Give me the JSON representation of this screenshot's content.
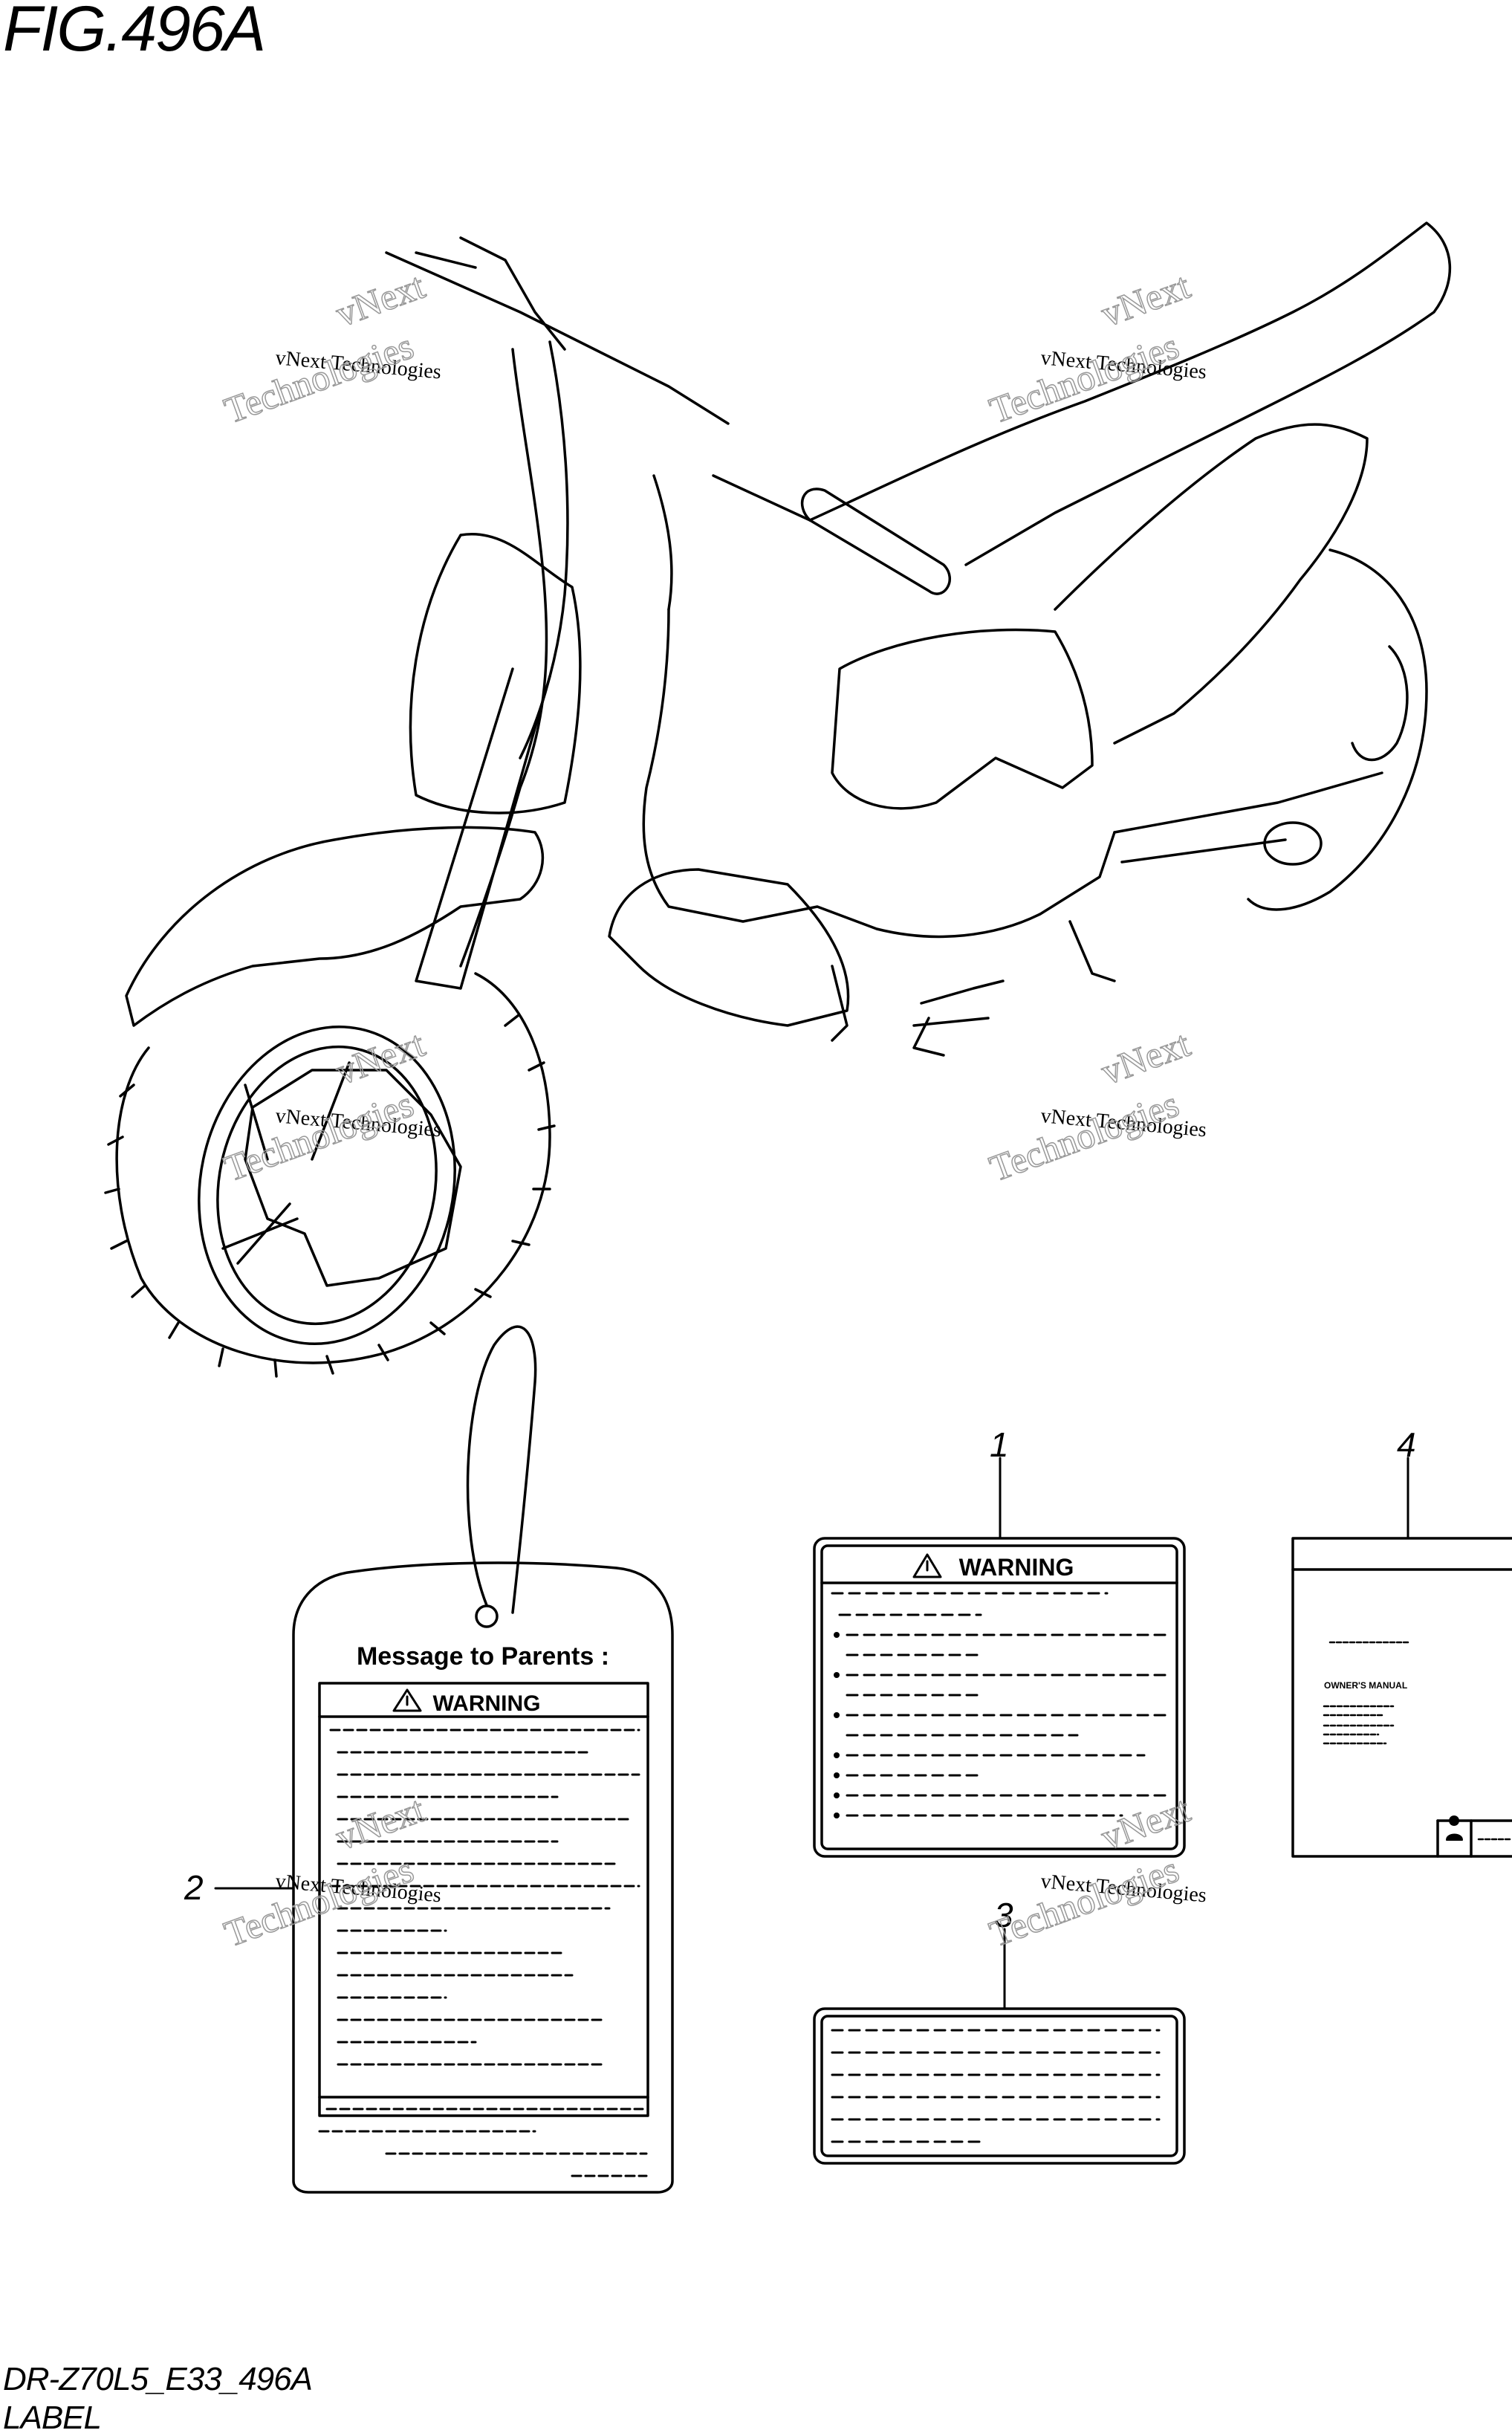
{
  "figure": {
    "title": "FIG.496A",
    "code": "DR-Z70L5_E33_496A",
    "name": "LABEL"
  },
  "callouts": [
    "1",
    "2",
    "3",
    "4"
  ],
  "labels": {
    "warning_heading": "WARNING",
    "parents_heading": "Message to Parents :",
    "owners_manual": "OWNER'S MANUAL"
  },
  "watermark": {
    "line1": "vNext Technologies",
    "line2": "vNext",
    "line3": "Technologies"
  }
}
